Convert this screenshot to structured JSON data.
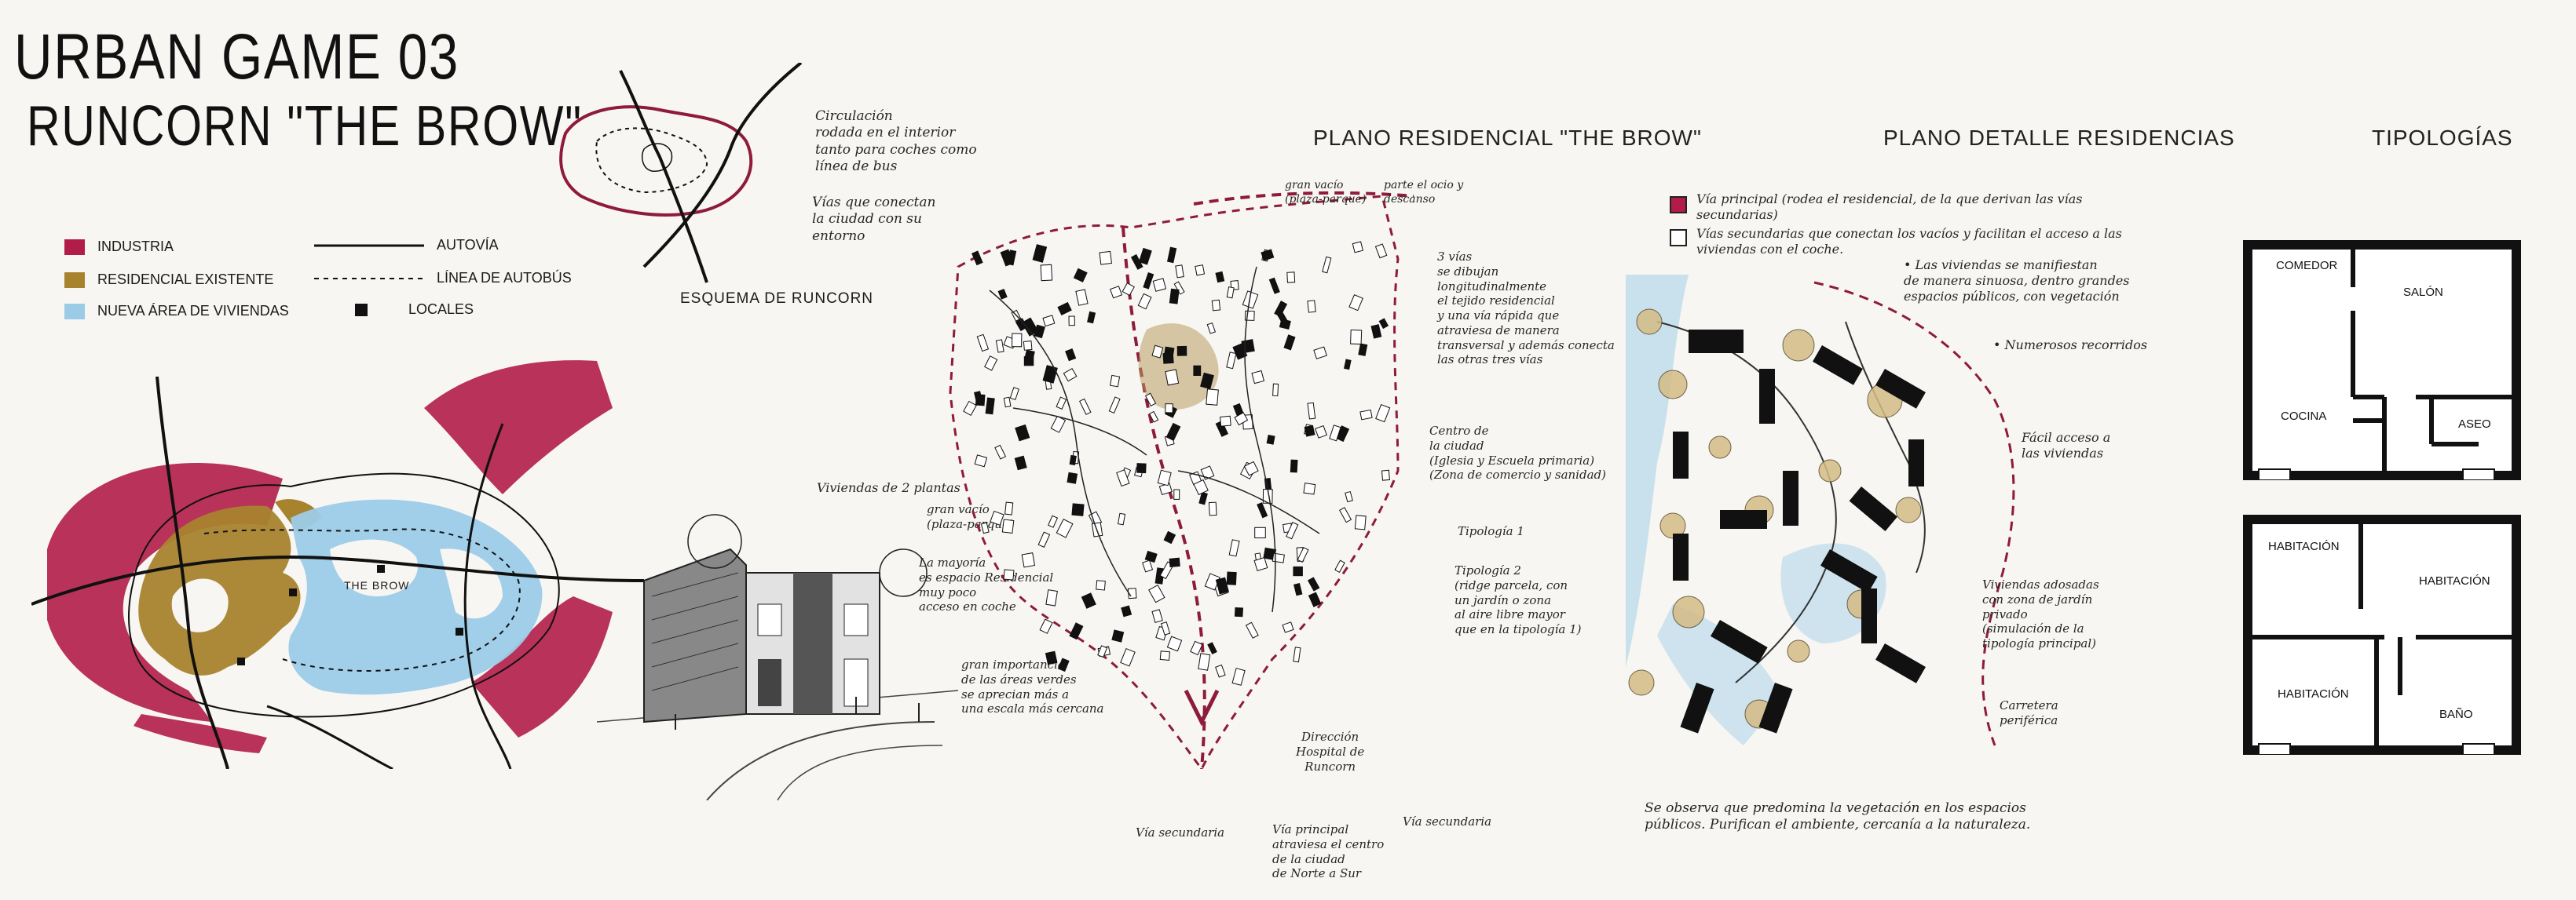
{
  "title": {
    "line1": "URBAN GAME 03",
    "line2": "RUNCORN \"THE BROW\""
  },
  "legend": {
    "items": [
      {
        "label": "INDUSTRIA",
        "color": "#b11d48",
        "kind": "swatch"
      },
      {
        "label": "RESIDENCIAL EXISTENTE",
        "color": "#a8832e",
        "kind": "swatch"
      },
      {
        "label": "NUEVA ÁREA DE VIVIENDAS",
        "color": "#9ccbe8",
        "kind": "swatch"
      },
      {
        "label": "AUTOVÍA",
        "kind": "solid-line"
      },
      {
        "label": "LÍNEA DE AUTOBÚS",
        "kind": "dashed-line"
      },
      {
        "label": "LOCALES",
        "kind": "square"
      }
    ]
  },
  "overview_map": {
    "label": "THE BROW"
  },
  "esquema": {
    "title": "ESQUEMA DE RUNCORN",
    "note1": [
      "Circulación",
      "rodada en el interior",
      "tanto para coches como",
      "línea de bus"
    ],
    "note2": [
      "Vías que conectan",
      "la ciudad con su",
      "entorno"
    ]
  },
  "sketch_notes": {
    "viviendas": "Viviendas de 2 plantas",
    "gran_vacio": [
      "gran vacío",
      "(plaza-parque)"
    ],
    "mayoria": [
      "La mayoría",
      "es espacio Residencial",
      "muy poco",
      "acceso en coche"
    ],
    "importancia": [
      "gran importancia",
      "de las áreas verdes",
      "se aprecian más a",
      "una escala más cercana"
    ]
  },
  "plano_residencial": {
    "title": "PLANO RESIDENCIAL \"THE BROW\"",
    "top_note": [
      "gran vacío",
      "(plaza-parque)"
    ],
    "top_note2": [
      "parte el ocio y",
      "descanso"
    ],
    "vias_note": [
      "3 vías",
      "se dibujan",
      "longitudinalmente",
      "el tejido residencial",
      "y una vía rápida que",
      "atraviesa de manera",
      "transversal y además conecta",
      "las otras tres vías"
    ],
    "centro_note": [
      "Centro de",
      "la ciudad",
      "(Iglesia y Escuela primaria)",
      "(Zona de comercio y sanidad)"
    ],
    "tipologia1": "Tipología 1",
    "tipologia2": [
      "Tipología 2",
      "(ridge parcela, con",
      "un jardín o zona",
      "al aire libre mayor",
      "que en la tipología 1)"
    ],
    "direccion": [
      "Dirección",
      "Hospital de",
      "Runcorn"
    ],
    "via_sec_left": "Vía secundaria",
    "via_principal": [
      "Vía principal",
      "atraviesa el centro",
      "de la ciudad",
      "de Norte a Sur"
    ],
    "via_sec_right": "Vía secundaria"
  },
  "plano_detalle": {
    "title": "PLANO DETALLE RESIDENCIAS",
    "legend1": [
      "Vía principal (rodea el residencial, de la que derivan las vías",
      "secundarias)"
    ],
    "legend2": [
      "Vías secundarias que conectan los vacíos y facilitan el acceso a las",
      "viviendas con el coche."
    ],
    "bullet1": [
      "• Las viviendas se manifiestan",
      "de manera sinuosa, dentro grandes",
      "espacios públicos, con vegetación"
    ],
    "bullet2": "• Numerosos recorridos",
    "facil_acceso": [
      "Fácil acceso a",
      "las viviendas"
    ],
    "adosadas": [
      "Viviendas adosadas",
      "con zona de jardín",
      "privado",
      "(simulación de la",
      "tipología principal)"
    ],
    "carretera": [
      "Carretera",
      "periférica"
    ],
    "bottom": [
      "Se observa que predomina la vegetación en los espacios",
      "públicos. Purifican el ambiente, cercanía a la naturaleza."
    ]
  },
  "tipologias": {
    "title": "TIPOLOGÍAS",
    "plan1": {
      "comedor": "COMEDOR",
      "salon": "SALÓN",
      "cocina": "COCINA",
      "aseo": "ASEO"
    },
    "plan2": {
      "hab1": "HABITACIÓN",
      "hab2": "HABITACIÓN",
      "hab3": "HABITACIÓN",
      "bano": "BAÑO"
    }
  },
  "colors": {
    "industria": "#b11d48",
    "residencial": "#a8832e",
    "nueva": "#9ccbe8",
    "via": "#8e1b3a"
  }
}
